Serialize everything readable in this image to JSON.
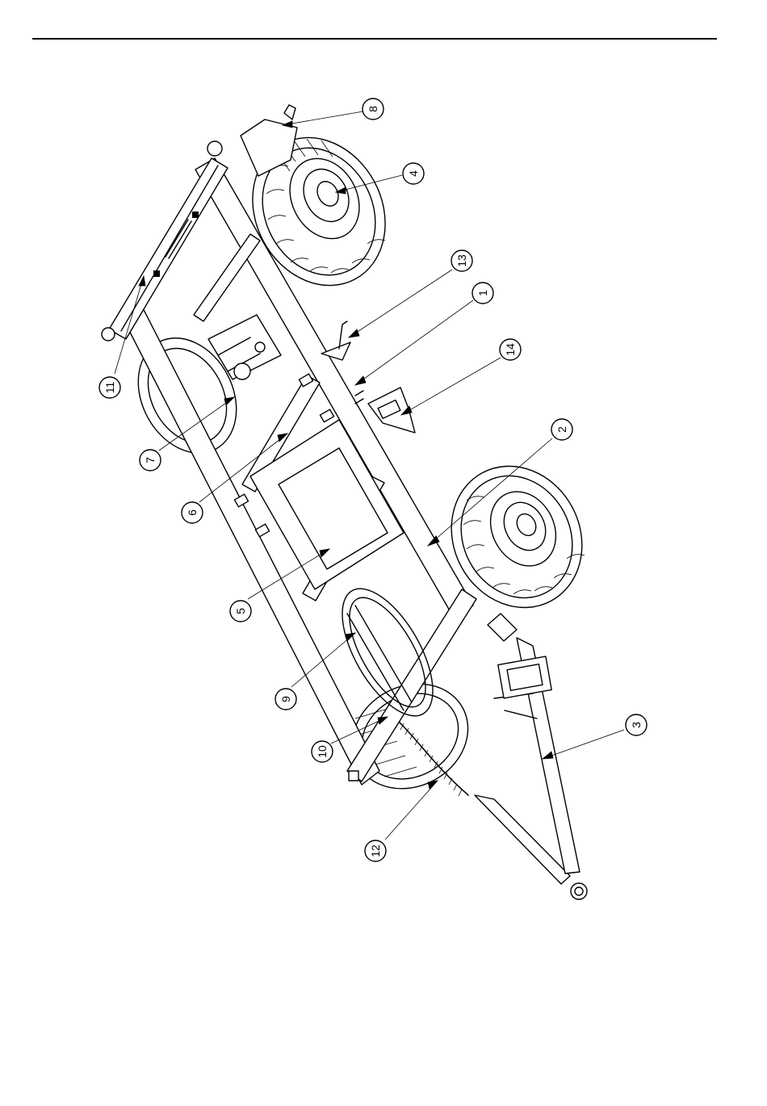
{
  "callouts": [
    {
      "label": "1"
    },
    {
      "label": "2"
    },
    {
      "label": "3"
    },
    {
      "label": "4"
    },
    {
      "label": "5"
    },
    {
      "label": "6"
    },
    {
      "label": "7"
    },
    {
      "label": "8"
    },
    {
      "label": "9"
    },
    {
      "label": "10"
    },
    {
      "label": "11"
    },
    {
      "label": "12"
    },
    {
      "label": "13"
    },
    {
      "label": "14"
    }
  ],
  "colors": {
    "ink": "#000000",
    "paper": "#ffffff"
  }
}
